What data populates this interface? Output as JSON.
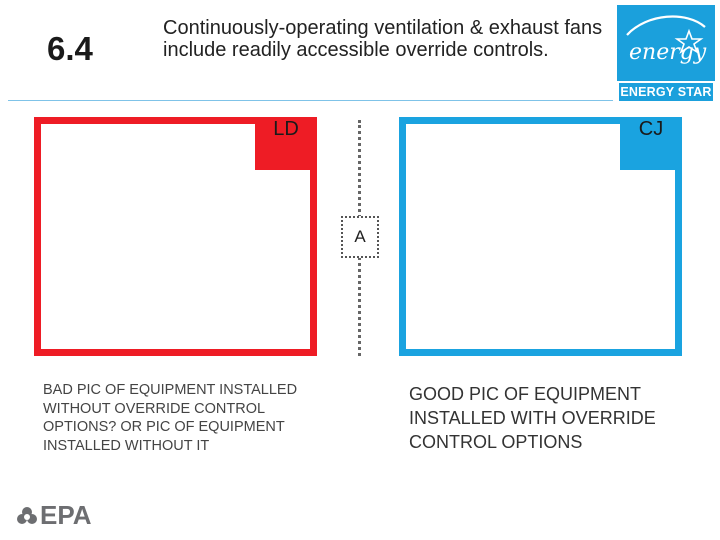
{
  "header": {
    "section_number": "6.4",
    "title": "Continuously-operating ventilation & exhaust fans include readily accessible override controls."
  },
  "logo": {
    "script_text": "energy",
    "band_text": "ENERGY STAR"
  },
  "panels": {
    "bad": {
      "corner_glyph": "",
      "corner_text": "LD",
      "caption": "BAD PIC OF EQUIPMENT INSTALLED WITHOUT OVERRIDE CONTROL OPTIONS? OR PIC OF EQUIPMENT INSTALLED WITHOUT IT",
      "color": "#ee1c25"
    },
    "good": {
      "corner_text": "CJ",
      "caption": "GOOD PIC OF EQUIPMENT INSTALLED WITH OVERRIDE CONTROL OPTIONS",
      "color": "#1aa3e0"
    }
  },
  "divider_label": "A",
  "footer": {
    "epa_text": "EPA"
  }
}
